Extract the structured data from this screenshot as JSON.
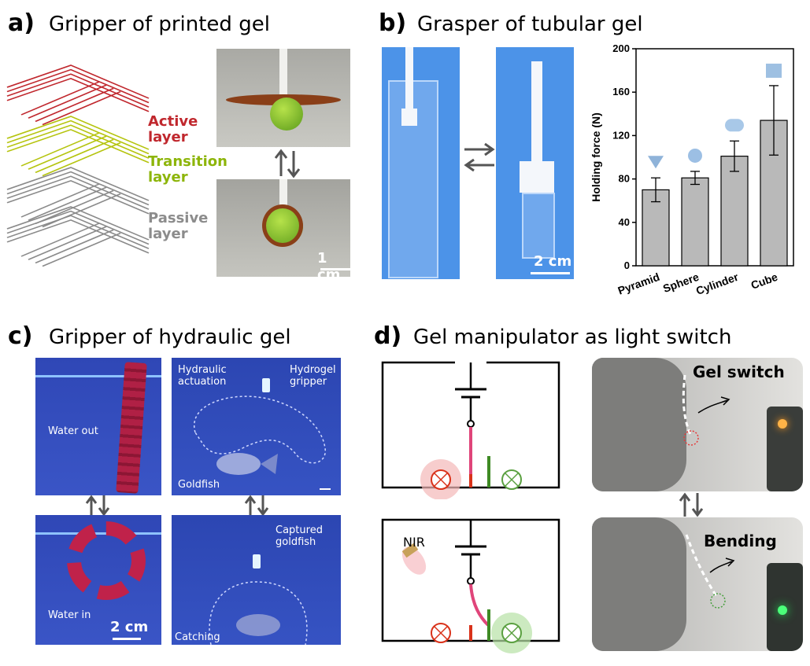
{
  "panels": {
    "a": {
      "label": "a)",
      "title": "Gripper of printed gel",
      "layers": [
        {
          "text_1": "Active",
          "text_2": "layer",
          "color": "#c0272d"
        },
        {
          "text_1": "Transition",
          "text_2": "layer",
          "color": "#8db50a"
        },
        {
          "text_1": "Passive",
          "text_2": "layer",
          "color": "#8c8c8c"
        }
      ],
      "scale": "1 cm"
    },
    "b": {
      "label": "b)",
      "title": "Grasper of tubular gel",
      "scale": "2 cm"
    },
    "c": {
      "label": "c)",
      "title": "Gripper of hydraulic gel",
      "scale": "2 cm",
      "water_out": "Water out",
      "water_in": "Water in",
      "hydraulic_1": "Hydraulic",
      "hydraulic_2": "actuation",
      "hydrogel_1": "Hydrogel",
      "hydrogel_2": "gripper",
      "goldfish": "Goldfish",
      "captured_1": "Captured",
      "captured_2": "goldfish",
      "catching": "Catching"
    },
    "d": {
      "label": "d)",
      "title": "Gel manipulator as light switch",
      "nir": "NIR",
      "gel_switch": "Gel switch",
      "bending": "Bending"
    }
  },
  "chart_data": {
    "type": "bar",
    "categories": [
      "Pyramid",
      "Sphere",
      "Cylinder",
      "Cube"
    ],
    "values": [
      70,
      81,
      101,
      134
    ],
    "errors": [
      11,
      6,
      14,
      32
    ],
    "ylabel": "Holding force (N)",
    "ylim": [
      0,
      200
    ],
    "yticks": [
      0,
      40,
      80,
      120,
      160,
      200
    ],
    "bar_color": "#b9b9b9"
  }
}
